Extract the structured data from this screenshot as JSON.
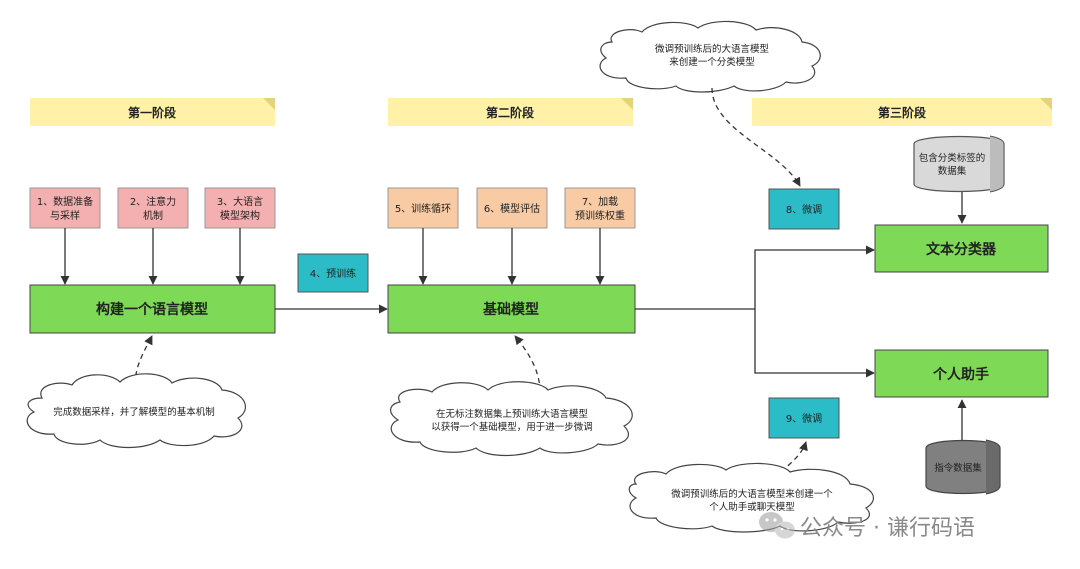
{
  "stages": [
    "第一阶段",
    "第二阶段",
    "第三阶段"
  ],
  "stage1": {
    "inputs": [
      [
        "1、数据准备",
        "与采样"
      ],
      [
        "2、注意力",
        "机制"
      ],
      [
        "3、大语言",
        "模型架构"
      ]
    ],
    "main": "构建一个语言模型",
    "note": "完成数据采样，并了解模型的基本机制"
  },
  "transition": "4、预训练",
  "stage2": {
    "inputs": [
      [
        "5、训练循环"
      ],
      [
        "6、模型评估"
      ],
      [
        "7、加载",
        "预训练权重"
      ]
    ],
    "main": "基础模型",
    "note": [
      "在无标注数据集上预训练大语言模型",
      "以获得一个基础模型，用于进一步微调"
    ]
  },
  "stage3": {
    "top_note": [
      "微调预训练后的大语言模型",
      "来创建一个分类模型"
    ],
    "finetune_a": "8、微调",
    "dataset_a": [
      "包含分类标签的",
      "数据集"
    ],
    "classifier": "文本分类器",
    "assistant": "个人助手",
    "finetune_b": "9、微调",
    "dataset_b": "指令数据集",
    "bottom_note": [
      "微调预训练后的大语言模型来创建一个",
      "个人助手或聊天模型"
    ]
  },
  "watermark": "公众号 · 谦行码语"
}
